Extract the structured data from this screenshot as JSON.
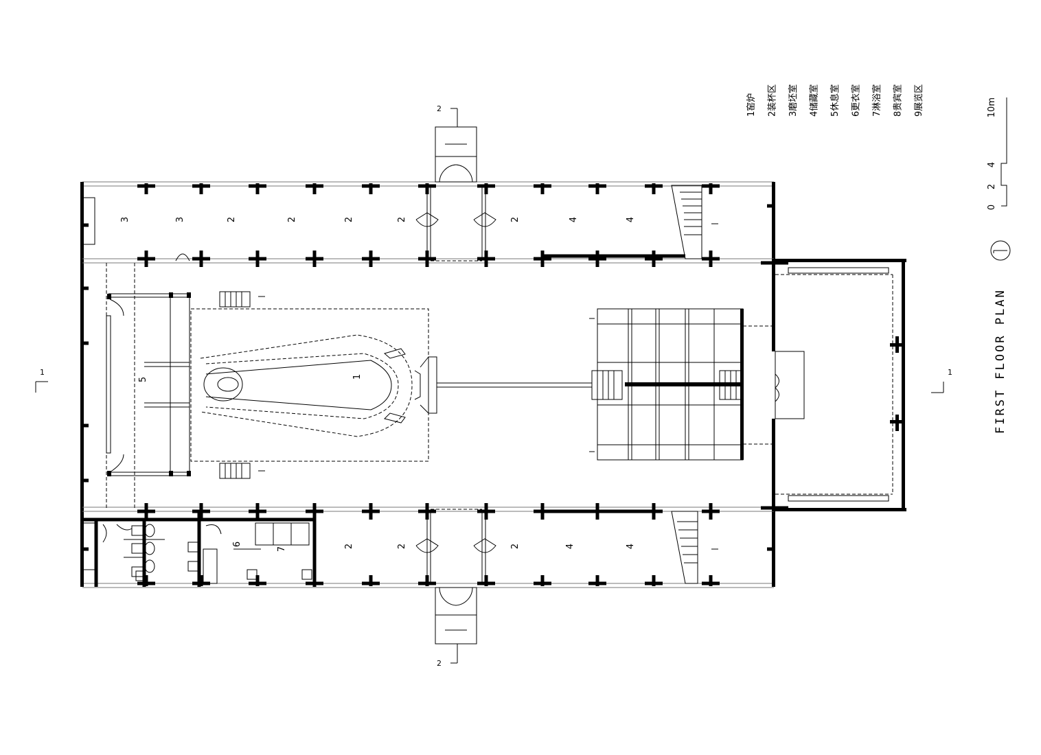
{
  "title": "FIRST FLOOR PLAN",
  "legend": [
    {
      "num": "1",
      "name": "窑炉"
    },
    {
      "num": "2",
      "name": "装杯区"
    },
    {
      "num": "3",
      "name": "磨坯室"
    },
    {
      "num": "4",
      "name": "储藏室"
    },
    {
      "num": "5",
      "name": "休息室"
    },
    {
      "num": "6",
      "name": "更衣室"
    },
    {
      "num": "7",
      "name": "淋浴室"
    },
    {
      "num": "8",
      "name": "贵宾室"
    },
    {
      "num": "9",
      "name": "展览区"
    }
  ],
  "scale": {
    "ticks": [
      "0",
      "2",
      "4",
      "10m"
    ]
  },
  "rooms": {
    "north": [
      "3",
      "3",
      "2",
      "2",
      "2",
      "2",
      "2",
      "4",
      "4"
    ],
    "south": [
      "2",
      "2",
      "2",
      "4",
      "4"
    ],
    "small_south": [
      "6",
      "7"
    ],
    "kiln": "1",
    "rest": "5"
  },
  "section_marks": {
    "section1": "1",
    "section2": "2"
  },
  "colors": {
    "ink": "#000000",
    "paper": "#ffffff",
    "glass": "#777777"
  }
}
